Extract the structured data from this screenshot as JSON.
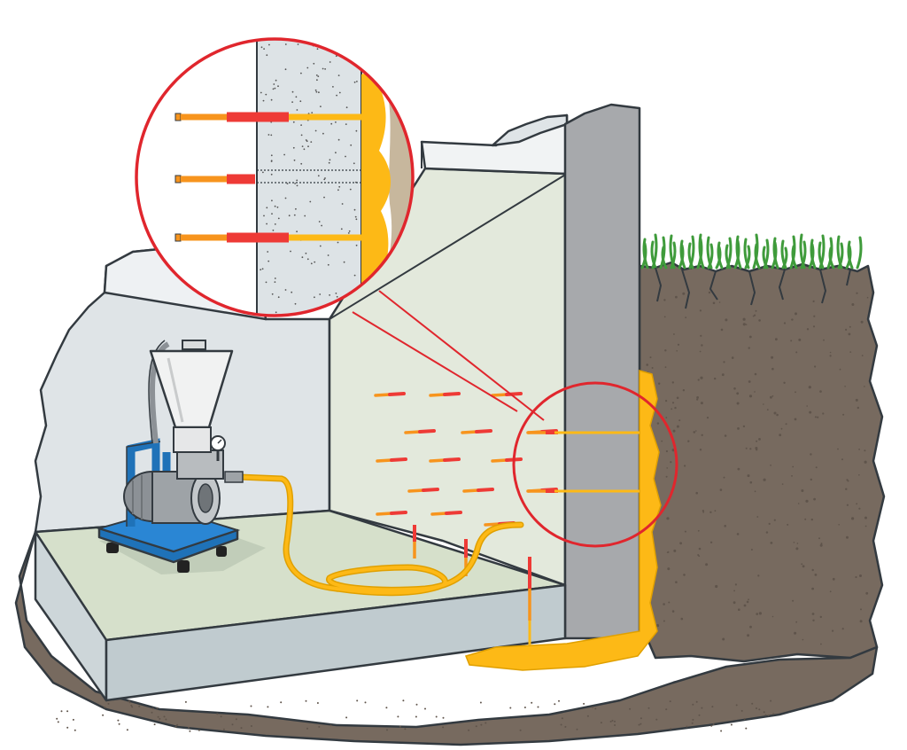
{
  "colors": {
    "soil": "#776a5f",
    "soil_dark": "#5f544b",
    "grass": "#3f9b3b",
    "wall_light": "#e4e8ea",
    "wall_right": "#e1e8d6",
    "wall_section": "#a7a9ac",
    "floor": "#d5e0c8",
    "slab_edge": "#c9d3d6",
    "injection_resin": "#fdb916",
    "packer_red": "#ee3a36",
    "packer_orange": "#f7941d",
    "callout_red": "#e0262d",
    "pump_frame": "#1f72b8",
    "pump_motor": "#8c9196",
    "hopper": "#f1f2f2"
  },
  "icons": {
    "pump": "injection-pump-icon",
    "hopper": "resin-hopper-icon",
    "gauge": "pressure-gauge-icon",
    "hose": "injection-hose-icon",
    "packer": "injection-packer-icon"
  },
  "diagram": {
    "packers_on_wall": 20,
    "packers_in_slab": 3,
    "packers_in_detail": 3,
    "callout_circles": 2
  }
}
